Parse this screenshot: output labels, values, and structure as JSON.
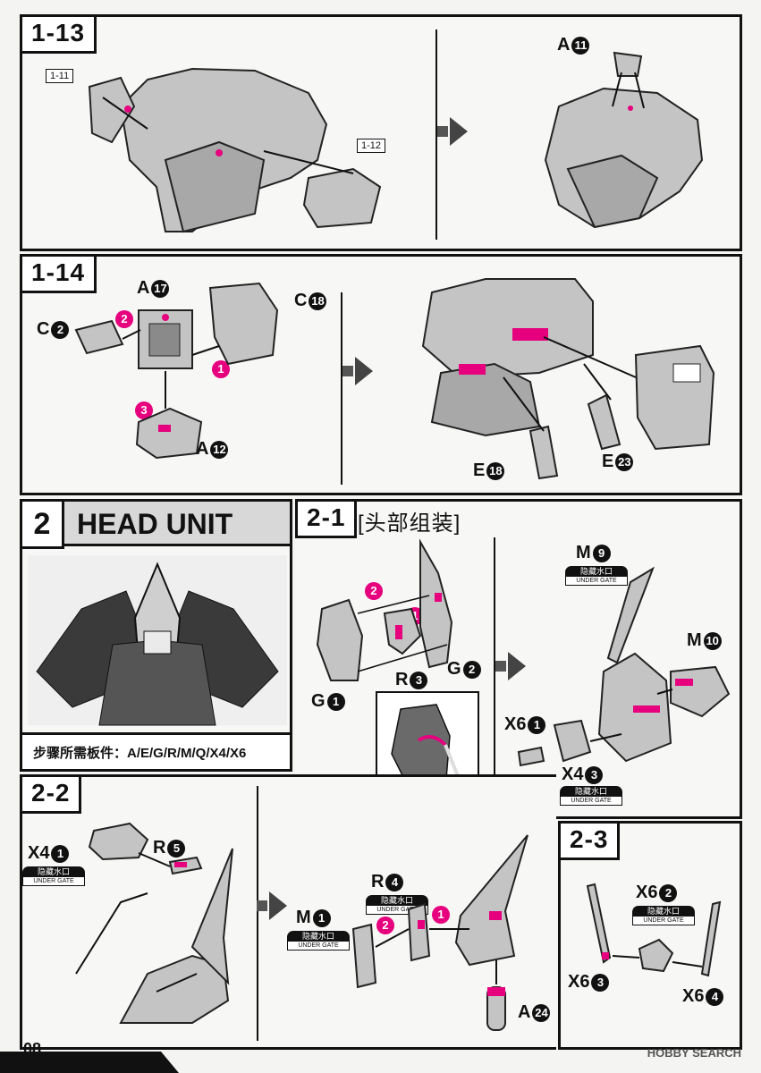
{
  "page_number": "08",
  "watermark": "HOBBY SEARCH",
  "colors": {
    "accent": "#e6007e",
    "part": "#b9b9b9",
    "outline": "#222222"
  },
  "gate_label": {
    "cn": "隐藏水口",
    "en": "UNDER GATE"
  },
  "step_1_13": {
    "tag": "1-13",
    "ref_1_11": "1-11",
    "ref_1_12": "1-12",
    "part_a": "A",
    "part_a_num": "11"
  },
  "step_1_14": {
    "tag": "1-14",
    "parts": {
      "a17": {
        "letter": "A",
        "num": "17"
      },
      "c18": {
        "letter": "C",
        "num": "18"
      },
      "c2": {
        "letter": "C",
        "num": "2"
      },
      "a12": {
        "letter": "A",
        "num": "12"
      },
      "e18": {
        "letter": "E",
        "num": "18"
      },
      "e23": {
        "letter": "E",
        "num": "23"
      }
    },
    "seq": [
      "1",
      "2",
      "3"
    ]
  },
  "section_2": {
    "number": "2",
    "title": "HEAD UNIT",
    "required_sheets": "步骤所需板件：A/E/G/R/M/Q/X4/X6"
  },
  "step_2_1": {
    "tag": "2-1",
    "subtitle": "[头部组装]",
    "parts": {
      "g1": {
        "letter": "G",
        "num": "1"
      },
      "r3": {
        "letter": "R",
        "num": "3"
      },
      "g2": {
        "letter": "G",
        "num": "2"
      },
      "m9": {
        "letter": "M",
        "num": "9"
      },
      "m10": {
        "letter": "M",
        "num": "10"
      },
      "x6_1": {
        "letter": "X6",
        "num": "1"
      },
      "x4_3": {
        "letter": "X4",
        "num": "3"
      }
    },
    "seq": [
      "1",
      "2"
    ]
  },
  "step_2_2": {
    "tag": "2-2",
    "parts": {
      "x4_1": {
        "letter": "X4",
        "num": "1"
      },
      "r5": {
        "letter": "R",
        "num": "5"
      },
      "m1": {
        "letter": "M",
        "num": "1"
      },
      "r4": {
        "letter": "R",
        "num": "4"
      },
      "a24": {
        "letter": "A",
        "num": "24"
      }
    },
    "seq": [
      "1",
      "2"
    ]
  },
  "step_2_3": {
    "tag": "2-3",
    "parts": {
      "x6_2": {
        "letter": "X6",
        "num": "2"
      },
      "x6_3": {
        "letter": "X6",
        "num": "3"
      },
      "x6_4": {
        "letter": "X6",
        "num": "4"
      }
    }
  }
}
